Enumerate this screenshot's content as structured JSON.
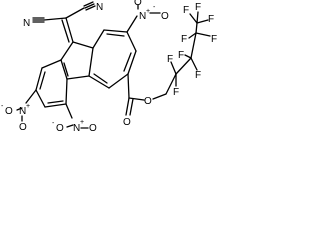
{
  "structure": {
    "atoms": {
      "nitrogen": "N",
      "oxygen": "O",
      "fluorine": "F"
    },
    "charges": {
      "plus": "+",
      "minus": "-"
    }
  }
}
